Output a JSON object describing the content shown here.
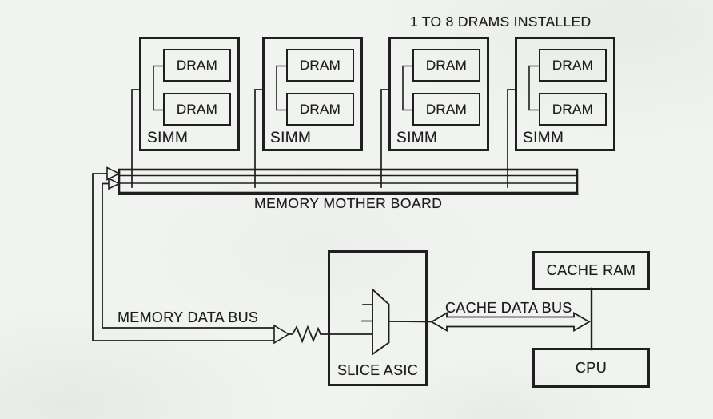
{
  "diagram": {
    "annotation": "1 TO 8 DRAMS INSTALLED",
    "simms": [
      {
        "label": "SIMM",
        "drams": [
          "DRAM",
          "DRAM"
        ]
      },
      {
        "label": "SIMM",
        "drams": [
          "DRAM",
          "DRAM"
        ]
      },
      {
        "label": "SIMM",
        "drams": [
          "DRAM",
          "DRAM"
        ]
      },
      {
        "label": "SIMM",
        "drams": [
          "DRAM",
          "DRAM"
        ]
      }
    ],
    "motherboard": {
      "label": "MEMORY MOTHER BOARD"
    },
    "memory_bus": {
      "label": "MEMORY DATA BUS"
    },
    "cache_bus": {
      "label": "CACHE DATA BUS"
    },
    "slice_asic": {
      "label": "SLICE ASIC"
    },
    "cache_ram": {
      "label": "CACHE RAM"
    },
    "cpu": {
      "label": "CPU"
    },
    "colors": {
      "ink": "#1d1d1d",
      "paper": "#f1f3f0"
    }
  }
}
